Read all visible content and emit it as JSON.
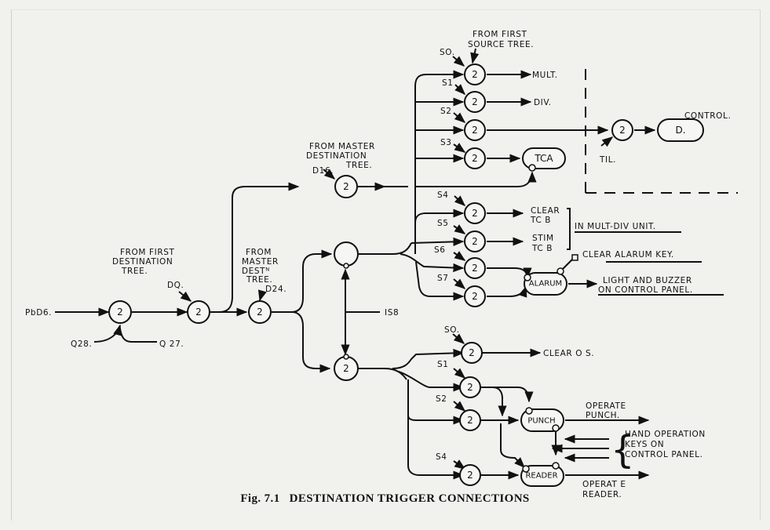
{
  "caption": {
    "figure_label": "Fig. 7.1",
    "title": "DESTINATION TRIGGER CONNECTIONS"
  },
  "nodes": {
    "n1": "2",
    "n2": "2",
    "n3": "2",
    "n_d16": "2",
    "n_lower": "2",
    "n_s0": "2",
    "n_s1": "2",
    "n_s2": "2",
    "n_s3": "2",
    "n_s4": "2",
    "n_s5": "2",
    "n_s6": "2",
    "n_s7": "2",
    "n_til": "2",
    "n_b_s0": "2",
    "n_b_s1": "2",
    "n_b_s2": "2",
    "n_b_s4": "2"
  },
  "boxes": {
    "control_d": "D.",
    "tca": "TCA",
    "alarum": "ALARUM",
    "punch": "PUNCH",
    "reader": "READER"
  },
  "labels": {
    "pbd6": "PbD6.",
    "q28": "Q28.",
    "q27": "Q 27.",
    "from_first_dest_1": "FROM FIRST",
    "from_first_dest_2": "DESTINATION",
    "from_first_dest_3": "TREE.",
    "dq": "DQ.",
    "from_master_dest_1": "FROM",
    "from_master_dest_2": "MASTER",
    "from_master_dest_3": "DESTᴺ",
    "from_master_dest_4": "TREE.",
    "d24": "D24.",
    "from_master_tree_1": "FROM MASTER",
    "from_master_tree_2": "DESTINATION",
    "from_master_tree_3": "TREE.",
    "d16": "D16.",
    "is8": "IS8",
    "from_first_source_1": "FROM FIRST",
    "from_first_source_2": "SOURCE TREE.",
    "s0": "SO.",
    "s1": "S1",
    "s2": "S2",
    "s3": "S3",
    "s4": "S4",
    "s5": "S5",
    "s6": "S6",
    "s7": "S7",
    "mult": "MULT.",
    "div": "DIV.",
    "control": "CONTROL.",
    "til": "TIL.",
    "clear_tcb_1": "CLEAR",
    "clear_tcb_2": "TC B",
    "stim_tcb_1": "STIM",
    "stim_tcb_2": "TC B",
    "in_mult_div": "IN MULT-DIV UNIT.",
    "clear_alarum_key": "CLEAR ALARUM KEY.",
    "light_buzzer_1": "LIGHT AND BUZZER",
    "light_buzzer_2": "ON CONTROL PANEL.",
    "b_s0": "SO.",
    "b_s1": "S1",
    "b_s2": "S2",
    "b_s4": "S4",
    "clear_os": "CLEAR   O S.",
    "operate_punch_1": "OPERATE",
    "operate_punch_2": "PUNCH.",
    "hand_op_1": "HAND OPERATION",
    "hand_op_2": "KEYS  ON",
    "hand_op_3": "CONTROL PANEL.",
    "operate_reader_1": "OPERAT E",
    "operate_reader_2": "READER."
  },
  "colors": {
    "paper": "#f1f1ee",
    "ink": "#111111"
  }
}
